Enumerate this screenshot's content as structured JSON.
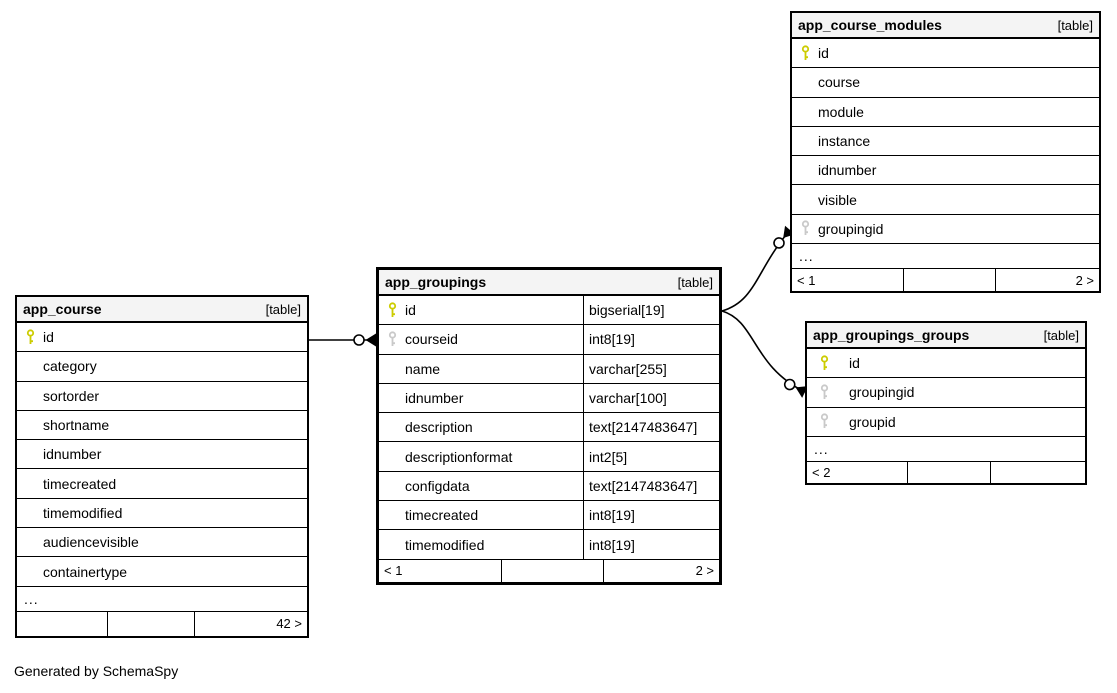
{
  "diagram": {
    "note": "Generated by SchemaSpy",
    "colors": {
      "border": "#000000",
      "header_bg": "#f4f4f4",
      "row_bg": "#ffffff",
      "primary_key": "#cccc00",
      "foreign_key": "#c9c9c9"
    },
    "icons": {
      "primary_key": "primary-key-icon",
      "foreign_key": "foreign-key-icon"
    },
    "tables": [
      {
        "title": "app_course",
        "tag": "[table]",
        "columns": [
          {
            "name": "id",
            "key": "primary"
          },
          {
            "name": "category"
          },
          {
            "name": "sortorder"
          },
          {
            "name": "shortname"
          },
          {
            "name": "idnumber"
          },
          {
            "name": "timecreated"
          },
          {
            "name": "timemodified"
          },
          {
            "name": "audiencevisible"
          },
          {
            "name": "containertype"
          }
        ],
        "ellipsis": "...",
        "footer": [
          "",
          "",
          "42 >"
        ]
      },
      {
        "title": "app_groupings",
        "tag": "[table]",
        "columns": [
          {
            "name": "id",
            "type": "bigserial[19]",
            "key": "primary"
          },
          {
            "name": "courseid",
            "type": "int8[19]",
            "key": "foreign"
          },
          {
            "name": "name",
            "type": "varchar[255]"
          },
          {
            "name": "idnumber",
            "type": "varchar[100]"
          },
          {
            "name": "description",
            "type": "text[2147483647]"
          },
          {
            "name": "descriptionformat",
            "type": "int2[5]"
          },
          {
            "name": "configdata",
            "type": "text[2147483647]"
          },
          {
            "name": "timecreated",
            "type": "int8[19]"
          },
          {
            "name": "timemodified",
            "type": "int8[19]"
          }
        ],
        "ellipsis": "",
        "footer": [
          "< 1",
          "",
          "2 >"
        ]
      },
      {
        "title": "app_course_modules",
        "tag": "[table]",
        "columns": [
          {
            "name": "id",
            "key": "primary"
          },
          {
            "name": "course"
          },
          {
            "name": "module"
          },
          {
            "name": "instance"
          },
          {
            "name": "idnumber"
          },
          {
            "name": "visible"
          },
          {
            "name": "groupingid",
            "key": "foreign"
          }
        ],
        "ellipsis": "...",
        "footer": [
          "< 1",
          "",
          "2 >"
        ]
      },
      {
        "title": "app_groupings_groups",
        "tag": "[table]",
        "columns": [
          {
            "name": "id",
            "key": "primary"
          },
          {
            "name": "groupingid",
            "key": "foreign"
          },
          {
            "name": "groupid",
            "key": "foreign"
          }
        ],
        "ellipsis": "...",
        "footer": [
          "< 2",
          "",
          ""
        ]
      }
    ],
    "relationships": [
      {
        "from": "app_course.id",
        "to": "app_groupings.courseid"
      },
      {
        "from": "app_groupings.id",
        "to": "app_course_modules.groupingid"
      },
      {
        "from": "app_groupings.id",
        "to": "app_groupings_groups.groupingid"
      }
    ]
  }
}
